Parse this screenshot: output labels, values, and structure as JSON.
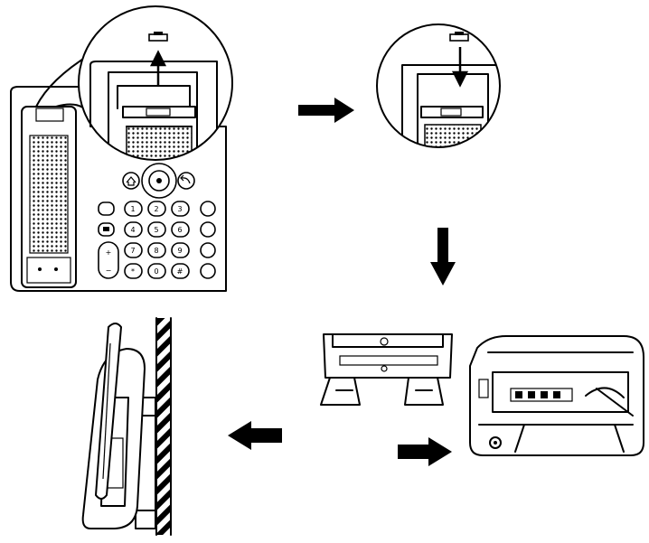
{
  "keypad": {
    "digits": [
      "1",
      "2",
      "3",
      "4",
      "5",
      "6",
      "7",
      "8",
      "9",
      "*",
      "0",
      "#"
    ],
    "volume_plus": "+",
    "volume_minus": "−"
  },
  "colors": {
    "ink": "#000000",
    "paper": "#ffffff"
  },
  "icons": {
    "flow_arrows": [
      "arrow-right-icon",
      "arrow-down-icon",
      "arrow-right-icon",
      "arrow-left-icon"
    ],
    "steps": [
      "phone-front-zoom-tab-up",
      "tab-pressed-down",
      "stand-and-phone-back",
      "wall-mounted-side-view"
    ]
  }
}
